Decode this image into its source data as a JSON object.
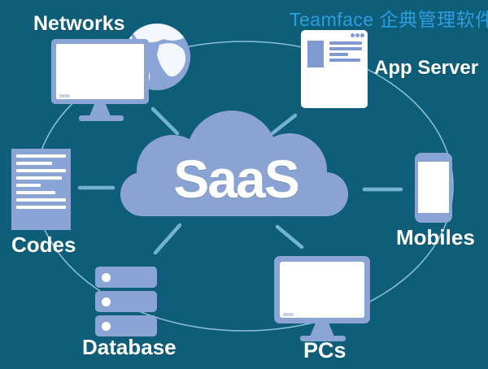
{
  "watermark": {
    "text": "Teamface 企典管理软件"
  },
  "cloud": {
    "label": "SaaS"
  },
  "nodes": {
    "networks": {
      "label": "Networks"
    },
    "app_server": {
      "label": "App Server"
    },
    "codes": {
      "label": "Codes"
    },
    "mobiles": {
      "label": "Mobiles"
    },
    "database": {
      "label": "Database"
    },
    "pcs": {
      "label": "PCs"
    }
  },
  "icons": {
    "networks": "monitor-with-globe-icon",
    "app_server": "browser-window-icon",
    "codes": "code-document-icon",
    "mobiles": "smartphone-icon",
    "database": "server-stack-icon",
    "pcs": "desktop-monitor-icon",
    "center": "cloud-icon"
  },
  "colors": {
    "background": "#0e5e79",
    "icon_fill": "#8ba4d6",
    "icon_inner": "#7e9ad0",
    "cloud_fill": "#8aa3d3",
    "connector": "#74b2d2",
    "orbit": "#9fcfe3",
    "label_text": "#ffffff",
    "watermark_text": "#2d9edd"
  }
}
